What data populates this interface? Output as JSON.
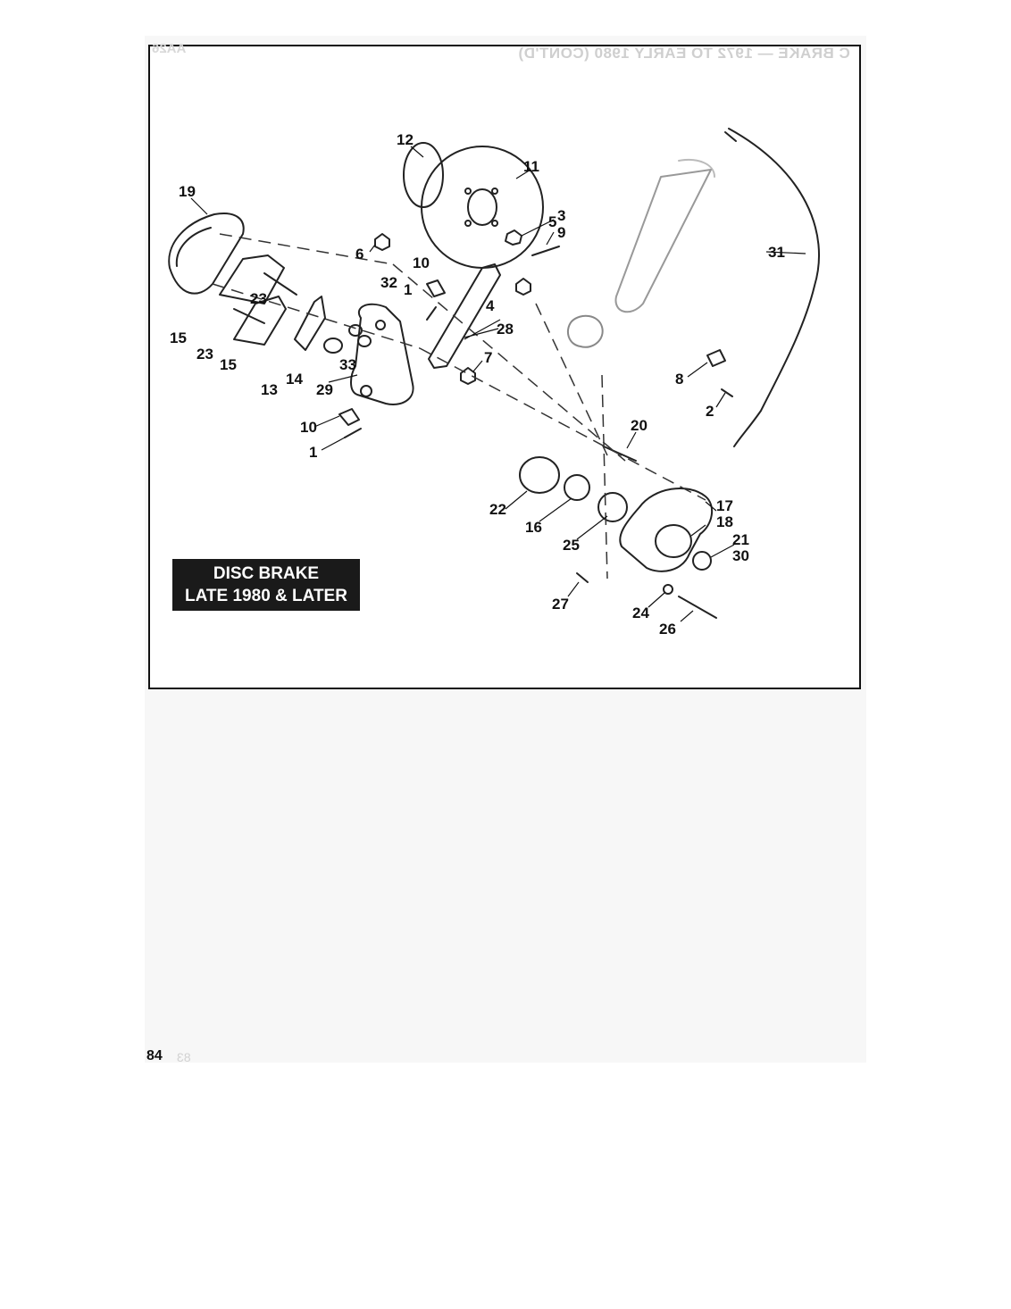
{
  "header": {
    "ghost_title": "C BRAKE — 1972 TO EARLY 1980 (CONT'D)",
    "ghost_tag": "AA26"
  },
  "caption": {
    "line1": "DISC BRAKE",
    "line2": "LATE 1980 & LATER"
  },
  "callouts": [
    "19",
    "12",
    "11",
    "3",
    "5",
    "9",
    "6",
    "10",
    "32",
    "1",
    "4",
    "28",
    "7",
    "23",
    "15",
    "23",
    "15",
    "13",
    "14",
    "33",
    "29",
    "10",
    "1",
    "8",
    "2",
    "31",
    "20",
    "22",
    "16",
    "25",
    "17",
    "18",
    "21",
    "30",
    "27",
    "24",
    "26"
  ],
  "page": {
    "number": "84",
    "ghost_number": "83"
  },
  "colors": {
    "ink": "#111111",
    "caption_bg": "#1a1a1a",
    "caption_text": "#ffffff"
  }
}
